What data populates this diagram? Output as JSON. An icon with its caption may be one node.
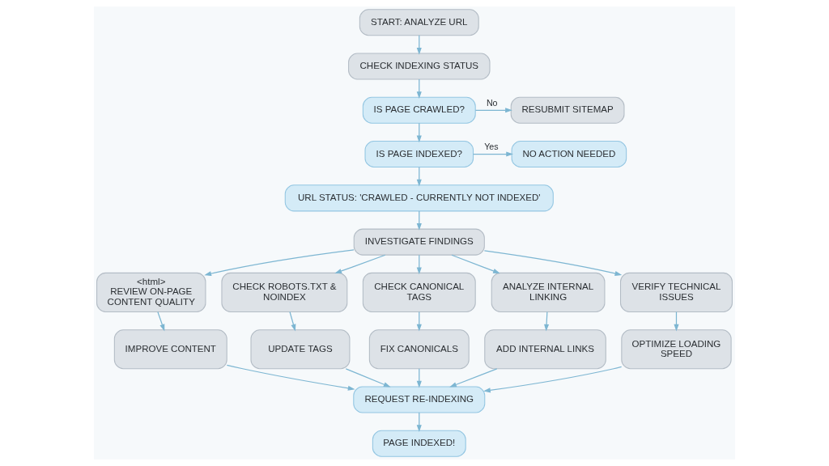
{
  "diagram": {
    "nodes": [
      {
        "text": [
          "START: ANALYZE URL"
        ]
      },
      {
        "text": [
          "CHECK INDEXING STATUS"
        ]
      },
      {
        "text": [
          "IS PAGE CRAWLED?"
        ]
      },
      {
        "text": [
          "RESUBMIT SITEMAP"
        ]
      },
      {
        "text": [
          "IS PAGE INDEXED?"
        ]
      },
      {
        "text": [
          "NO ACTION NEEDED"
        ]
      },
      {
        "text": [
          "URL STATUS: 'CRAWLED - CURRENTLY NOT INDEXED'"
        ]
      },
      {
        "text": [
          "INVESTIGATE FINDINGS"
        ]
      },
      {
        "text": [
          "<html>",
          "REVIEW ON-PAGE CONTENT QUALITY"
        ]
      },
      {
        "text": [
          "CHECK ROBOTS.TXT & NOINDEX"
        ]
      },
      {
        "text": [
          "CHECK CANONICAL TAGS"
        ]
      },
      {
        "text": [
          "ANALYZE INTERNAL LINKING"
        ]
      },
      {
        "text": [
          "VERIFY TECHNICAL ISSUES"
        ]
      },
      {
        "text": [
          "IMPROVE CONTENT"
        ]
      },
      {
        "text": [
          "UPDATE TAGS"
        ]
      },
      {
        "text": [
          "FIX CANONICALS"
        ]
      },
      {
        "text": [
          "ADD INTERNAL LINKS"
        ]
      },
      {
        "text": [
          "OPTIMIZE LOADING SPEED"
        ]
      },
      {
        "text": [
          "REQUEST RE-INDEXING"
        ]
      },
      {
        "text": [
          "PAGE INDEXED!"
        ]
      }
    ],
    "edges": [
      {
        "from": 0,
        "to": 1,
        "arrow": "to"
      },
      {
        "from": 1,
        "to": 2,
        "arrow": "to"
      },
      {
        "from": 2,
        "to": 3,
        "arrow": "to",
        "label": "No"
      },
      {
        "from": 2,
        "to": 4,
        "arrow": "to"
      },
      {
        "from": 4,
        "to": 5,
        "arrow": "to",
        "label": "Yes"
      },
      {
        "from": 4,
        "to": 6,
        "arrow": "to"
      },
      {
        "from": 6,
        "to": 7,
        "arrow": "to"
      },
      {
        "from": 7,
        "to": 8,
        "arrow": "to"
      },
      {
        "from": 7,
        "to": 9,
        "arrow": "to"
      },
      {
        "from": 7,
        "to": 10,
        "arrow": "to"
      },
      {
        "from": 7,
        "to": 11,
        "arrow": "to"
      },
      {
        "from": 7,
        "to": 12,
        "arrow": "to"
      },
      {
        "from": 8,
        "to": 13,
        "arrow": "to"
      },
      {
        "from": 9,
        "to": 14,
        "arrow": "to"
      },
      {
        "from": 10,
        "to": 15,
        "arrow": "to"
      },
      {
        "from": 11,
        "to": 16,
        "arrow": "to"
      },
      {
        "from": 12,
        "to": 17,
        "arrow": "to"
      },
      {
        "from": 13,
        "to": 18,
        "arrow": "to"
      },
      {
        "from": 14,
        "to": 18,
        "arrow": "to"
      },
      {
        "from": 15,
        "to": 18,
        "arrow": "to"
      },
      {
        "from": 16,
        "to": 18,
        "arrow": "to"
      },
      {
        "from": 17,
        "to": 18,
        "arrow": "to"
      },
      {
        "from": 18,
        "to": 19,
        "arrow": "to"
      }
    ]
  }
}
